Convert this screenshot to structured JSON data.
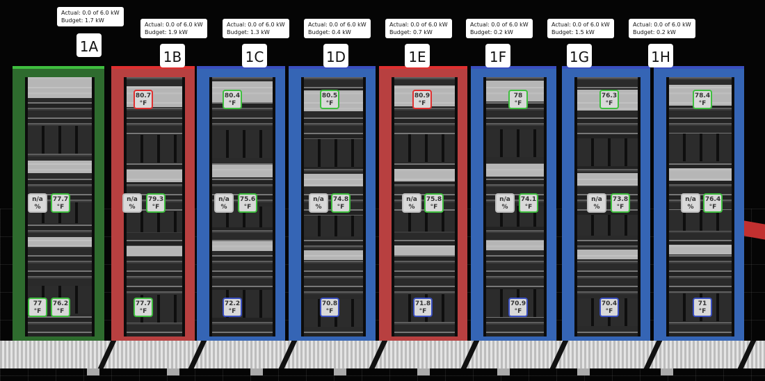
{
  "colors": {
    "green": "#3fbf3f",
    "red": "#e03030",
    "blue": "#3a4fc0",
    "rack_green": "#2e6b2e",
    "rack_red": "#b84040",
    "rack_blue": "#3565b5"
  },
  "units": {
    "temp": "°F",
    "pct": "%",
    "na": "n/a"
  },
  "racks": [
    {
      "id": "1A",
      "status": "green",
      "actual": "Actual: 0.0 of 6.0 kW",
      "budget": "Budget: 1.7 kW",
      "top": null,
      "mid": {
        "value": "77.7",
        "state": "green"
      },
      "bottom": [
        {
          "value": "77",
          "state": "green"
        },
        {
          "value": "76.2",
          "state": "green"
        }
      ]
    },
    {
      "id": "1B",
      "status": "red",
      "actual": "Actual: 0.0 of 6.0 kW",
      "budget": "Budget: 1.9 kW",
      "top": {
        "value": "80.7",
        "state": "red"
      },
      "mid": {
        "value": "79.3",
        "state": "green"
      },
      "bottom": [
        {
          "value": "77.7",
          "state": "green"
        }
      ]
    },
    {
      "id": "1C",
      "status": "blue",
      "actual": "Actual: 0.0 of 6.0 kW",
      "budget": "Budget: 1.3 kW",
      "top": {
        "value": "80.4",
        "state": "green"
      },
      "mid": {
        "value": "75.6",
        "state": "green"
      },
      "bottom": [
        {
          "value": "72.2",
          "state": "blue"
        }
      ]
    },
    {
      "id": "1D",
      "status": "blue",
      "actual": "Actual: 0.0 of 6.0 kW",
      "budget": "Budget: 0.4 kW",
      "top": {
        "value": "80.5",
        "state": "green"
      },
      "mid": {
        "value": "74.8",
        "state": "green"
      },
      "bottom": [
        {
          "value": "70.8",
          "state": "blue"
        }
      ]
    },
    {
      "id": "1E",
      "status": "red",
      "actual": "Actual: 0.0 of 6.0 kW",
      "budget": "Budget: 0.7 kW",
      "top": {
        "value": "80.9",
        "state": "red"
      },
      "mid": {
        "value": "75.8",
        "state": "green"
      },
      "bottom": [
        {
          "value": "71.8",
          "state": "blue"
        }
      ]
    },
    {
      "id": "1F",
      "status": "blue",
      "actual": "Actual: 0.0 of 6.0 kW",
      "budget": "Budget: 0.2 kW",
      "top": {
        "value": "78",
        "state": "green"
      },
      "mid": {
        "value": "74.1",
        "state": "green"
      },
      "bottom": [
        {
          "value": "70.9",
          "state": "blue"
        }
      ]
    },
    {
      "id": "1G",
      "status": "blue",
      "actual": "Actual: 0.0 of 6.0 kW",
      "budget": "Budget: 1.5 kW",
      "top": {
        "value": "76.3",
        "state": "green"
      },
      "mid": {
        "value": "73.8",
        "state": "green"
      },
      "bottom": [
        {
          "value": "70.4",
          "state": "blue"
        }
      ]
    },
    {
      "id": "1H",
      "status": "blue",
      "actual": "Actual: 0.0 of 6.0 kW",
      "budget": "Budget: 0.2 kW",
      "top": {
        "value": "78.4",
        "state": "green"
      },
      "mid": {
        "value": "76.4",
        "state": "green"
      },
      "bottom": [
        {
          "value": "71",
          "state": "blue"
        }
      ]
    }
  ]
}
